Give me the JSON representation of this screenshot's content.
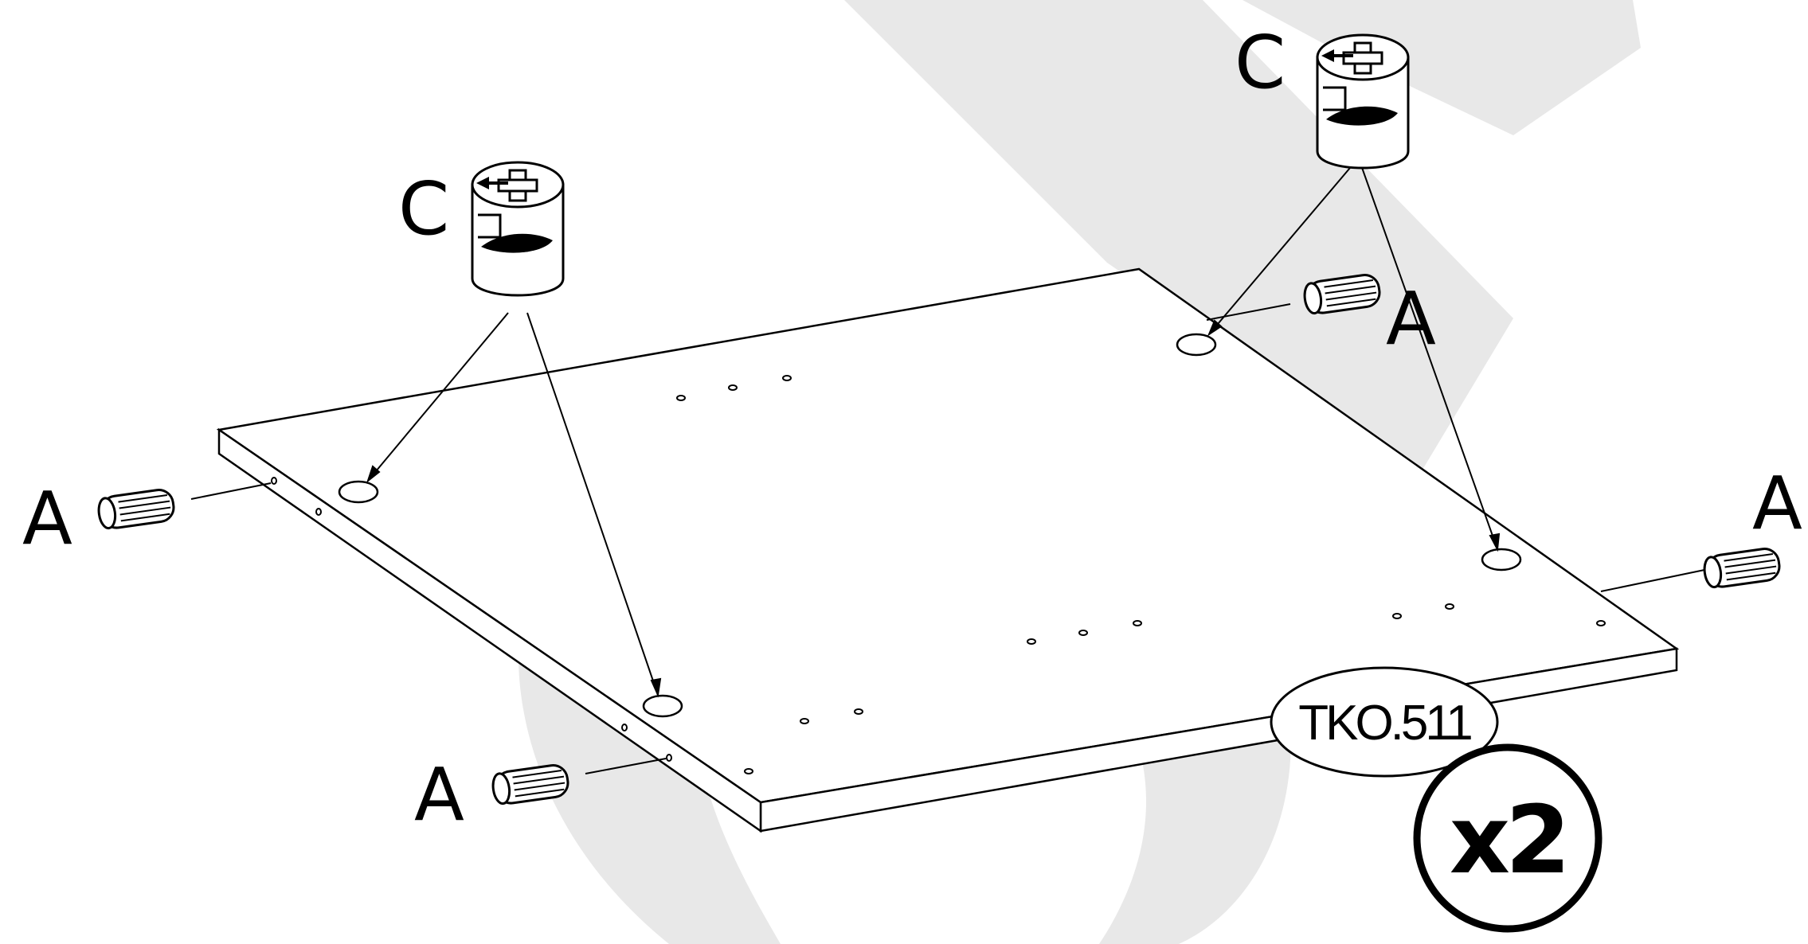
{
  "labels": {
    "dowel": "A",
    "cam": "C",
    "part_code": "TKO.511",
    "quantity": "x2"
  },
  "colors": {
    "ink": "#000000",
    "watermark": "#e6e6e6",
    "paper": "#ffffff"
  }
}
